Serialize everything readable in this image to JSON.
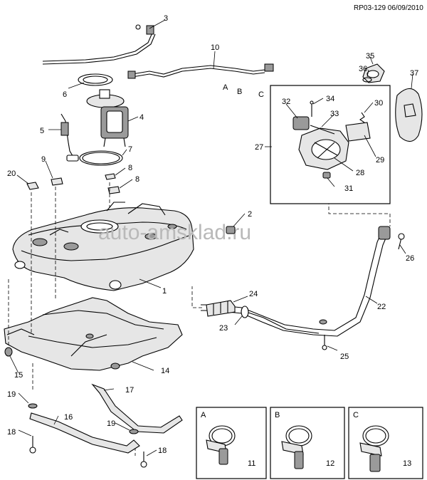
{
  "header": {
    "reference": "RP03-129 06/09/2010"
  },
  "watermark": "auto-amsklad.ru",
  "callouts": {
    "c1": "1",
    "c2": "2",
    "c3": "3",
    "c4": "4",
    "c5": "5",
    "c6": "6",
    "c7": "7",
    "c8a": "8",
    "c8b": "8",
    "c9": "9",
    "c10": "10",
    "c11": "11",
    "c12": "12",
    "c13": "13",
    "c14": "14",
    "c15": "15",
    "c16": "16",
    "c17": "17",
    "c18a": "18",
    "c18b": "18",
    "c19a": "19",
    "c19b": "19",
    "c20": "20",
    "c22": "22",
    "c23": "23",
    "c24": "24",
    "c25": "25",
    "c26": "26",
    "c27": "27",
    "c28": "28",
    "c29": "29",
    "c30": "30",
    "c31": "31",
    "c32": "32",
    "c33": "33",
    "c34": "34",
    "c35": "35",
    "c36": "36",
    "c37": "37"
  },
  "line_labels": {
    "a": "A",
    "b": "B",
    "c": "C"
  },
  "detail_boxes": {
    "a": "A",
    "b": "B",
    "c": "C"
  }
}
